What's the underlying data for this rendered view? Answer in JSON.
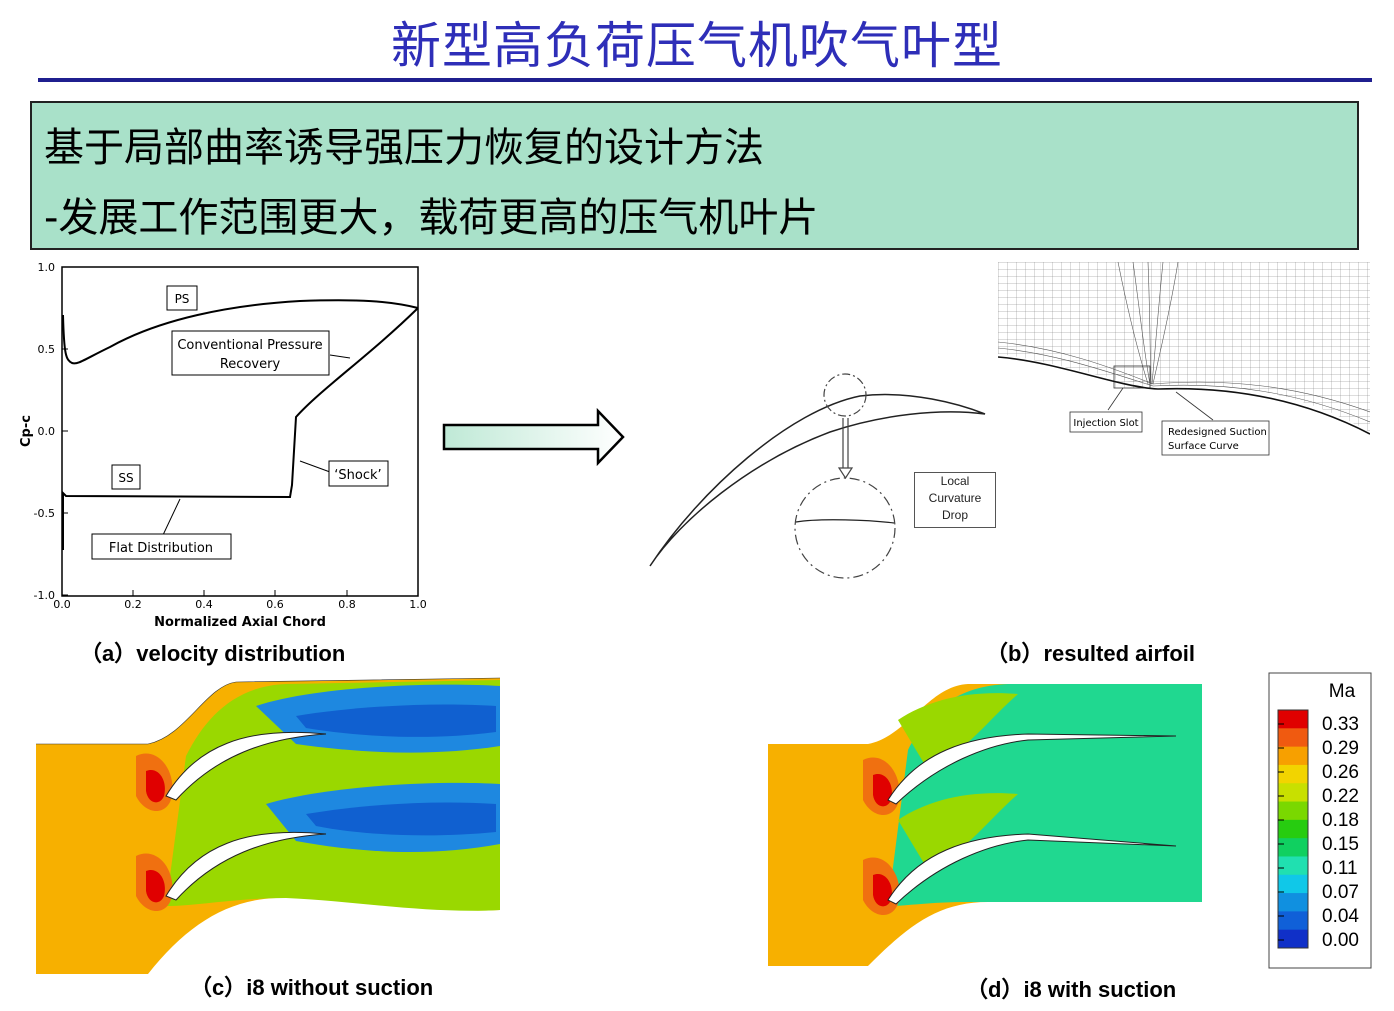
{
  "title": "新型高负荷压气机吹气叶型",
  "highlight": {
    "line1": "基于局部曲率诱导强压力恢复的设计方法",
    "line2": "-发展工作范围更大，载荷更高的压气机叶片"
  },
  "figure_a": {
    "caption": "（a）velocity distribution",
    "xlabel": "Normalized Axial Chord",
    "ylabel": "Cp-c",
    "xticks": [
      "0.0",
      "0.2",
      "0.4",
      "0.6",
      "0.8",
      "1.0"
    ],
    "yticks": [
      "1.0",
      "0.5",
      "0.0",
      "-0.5",
      "-1.0"
    ],
    "labels": {
      "ps": "PS",
      "ss": "SS",
      "conv_line1": "Conventional Pressure",
      "conv_line2": "Recovery",
      "shock": "‘Shock’",
      "flat": "Flat Distribution"
    }
  },
  "figure_b": {
    "caption": "（b）resulted airfoil",
    "local_line1": "Local",
    "local_line2": "Curvature",
    "local_line3": "Drop",
    "injection": "Injection Slot",
    "redesigned_line1": "Redesigned Suction",
    "redesigned_line2": "Surface Curve"
  },
  "figure_c": {
    "caption": "（c）i8 without suction"
  },
  "figure_d": {
    "caption": "（d）i8 with suction"
  },
  "legend": {
    "title": "Ma",
    "ticks": [
      "0.33",
      "0.29",
      "0.26",
      "0.22",
      "0.18",
      "0.15",
      "0.11",
      "0.07",
      "0.04",
      "0.00"
    ],
    "colors": [
      "#e00000",
      "#f05a10",
      "#f7a000",
      "#f2d400",
      "#c8e000",
      "#7ad800",
      "#27cc10",
      "#10d060",
      "#20e0b0",
      "#10c8e8",
      "#1090e0",
      "#1060d8",
      "#1030c8"
    ]
  }
}
